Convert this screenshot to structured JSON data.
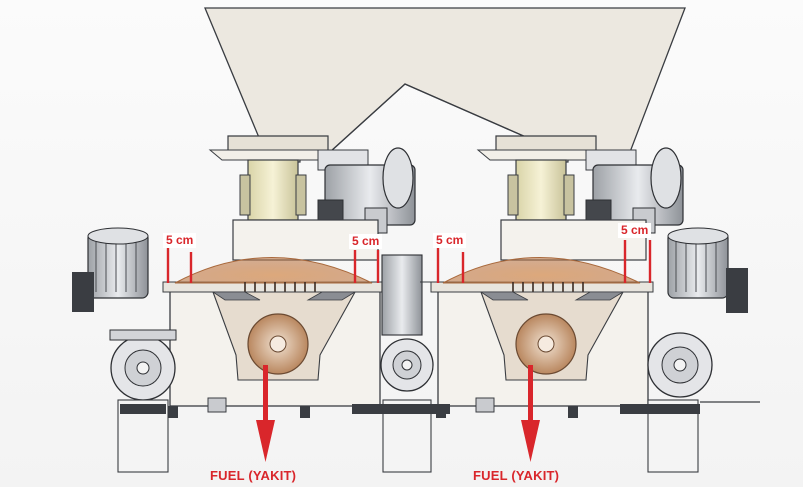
{
  "dimensions": [
    "5 cm",
    "5 cm",
    "5 cm",
    "5 cm"
  ],
  "outputs": [
    "FUEL (YAKIT)",
    "FUEL (YAKIT)"
  ],
  "colors": {
    "annotation": "#d9262b",
    "hopper": "#ece8e0",
    "body": "#f4f2ed",
    "motor": "#d8dadd",
    "dark": "#3a3d42",
    "flame": "#c98a5a"
  }
}
